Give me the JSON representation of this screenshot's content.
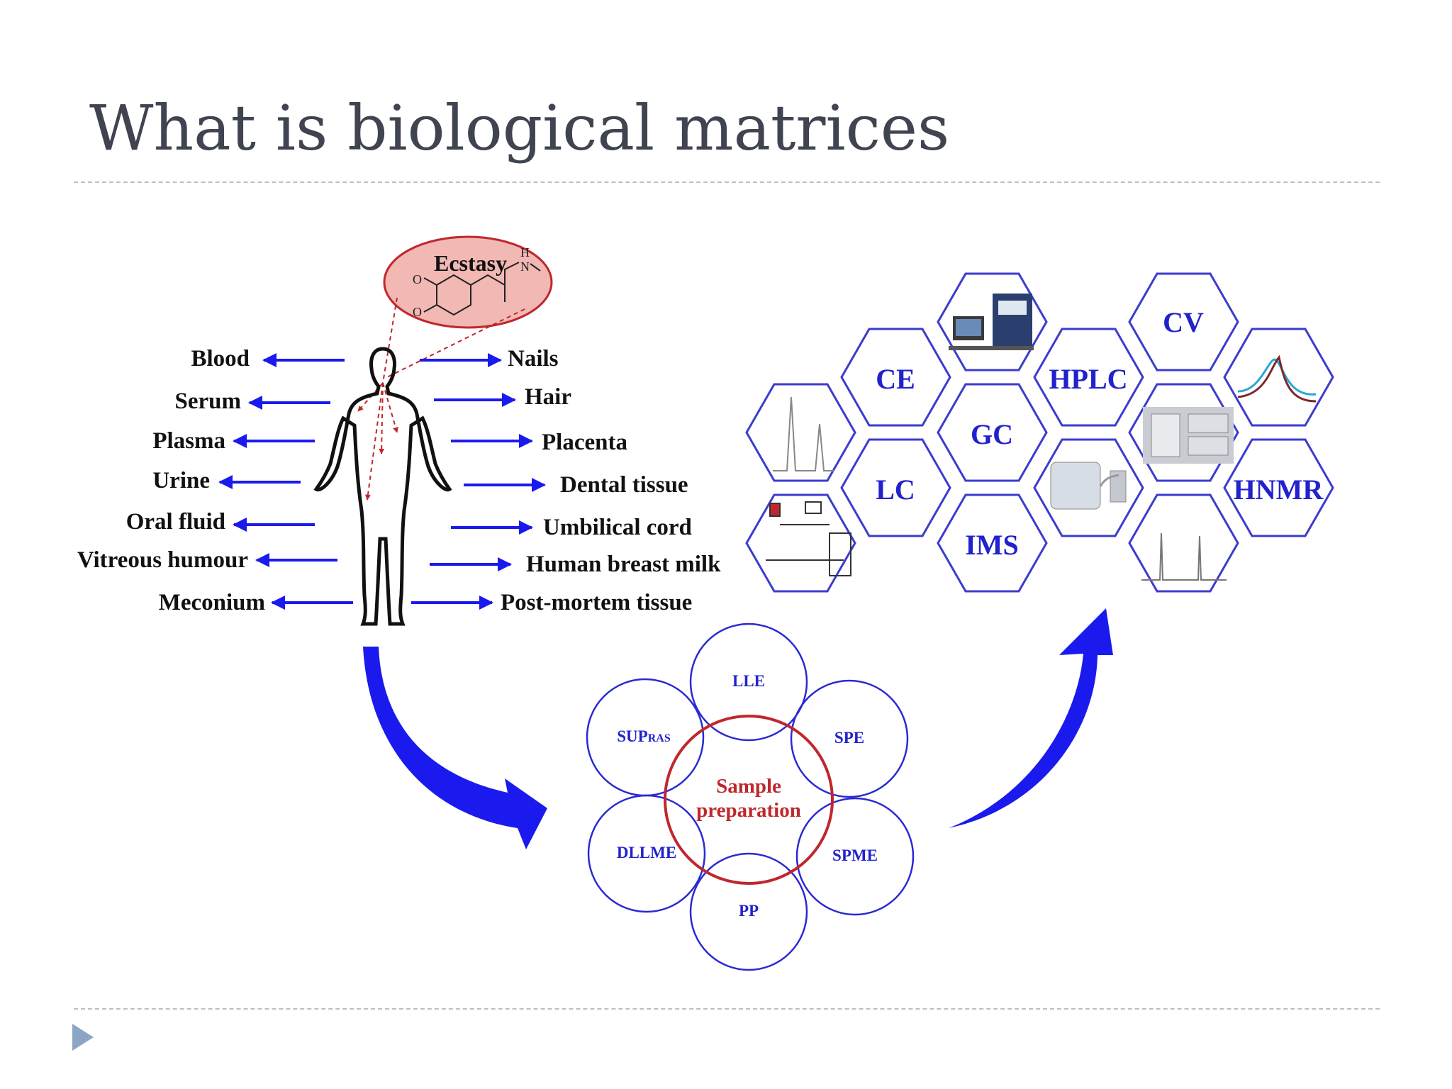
{
  "slide": {
    "title": "What is biological matrices"
  },
  "diagram": {
    "drug": {
      "label": "Ecstasy",
      "atom_o1": "O",
      "atom_o2": "O",
      "atom_n": "N",
      "atom_h": "H"
    },
    "matrices_left": [
      "Blood",
      "Serum",
      "Plasma",
      "Urine",
      "Oral fluid",
      "Vitreous humour",
      "Meconium"
    ],
    "matrices_right": [
      "Nails",
      "Hair",
      "Placenta",
      "Dental tissue",
      "Umbilical cord",
      "Human breast milk",
      "Post-mortem tissue"
    ],
    "sample_prep": {
      "center_line1": "Sample",
      "center_line2": "preparation",
      "methods": {
        "lle": "LLE",
        "supras_big": "SUP",
        "supras_small": "RAS",
        "spe": "SPE",
        "dllme": "DLLME",
        "spme": "SPME",
        "pp": "PP"
      }
    },
    "techniques": {
      "ce": "CE",
      "gc": "GC",
      "lc": "LC",
      "ims": "IMS",
      "hplc": "HPLC",
      "cv": "CV",
      "hnmr": "HNMR"
    },
    "colors": {
      "arrow_blue": "#1a1aee",
      "hex_stroke": "#3b3bd0",
      "accent_red": "#c0272d",
      "ecstasy_fill": "#f1b8b4"
    }
  }
}
